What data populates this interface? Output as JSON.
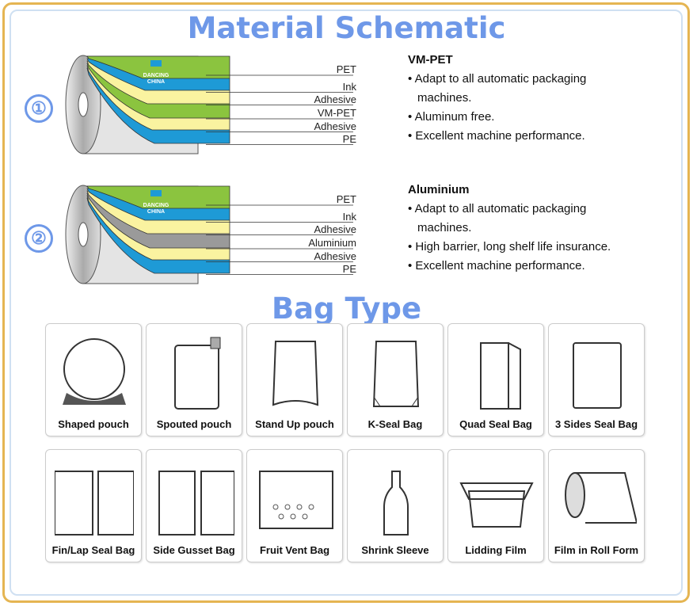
{
  "title": "Material Schematic",
  "bag_title": "Bag Type",
  "structures": [
    {
      "number": "①",
      "layers": [
        "PET",
        "Ink",
        "Adhesive",
        "VM-PET",
        "Adhesive",
        "PE"
      ],
      "colors": [
        "#8bc43f",
        "#1e9ad6",
        "#faf3a0",
        "#8bc43f",
        "#faf3a0",
        "#1e9ad6"
      ],
      "heading": "VM-PET",
      "bullets": [
        "• Adapt to all automatic packaging machines.",
        "• Aluminum free.",
        "• Excellent machine performance."
      ]
    },
    {
      "number": "②",
      "layers": [
        "PET",
        "Ink",
        "Adhesive",
        "Aluminium",
        "Adhesive",
        "PE"
      ],
      "colors": [
        "#8bc43f",
        "#1e9ad6",
        "#faf3a0",
        "#9a9a9a",
        "#faf3a0",
        "#1e9ad6"
      ],
      "heading": "Aluminium",
      "bullets": [
        "• Adapt to all automatic packaging machines.",
        "• High barrier, long shelf life insurance.",
        "• Excellent machine performance."
      ]
    }
  ],
  "logo_text": "DANCING CHINA",
  "bags": [
    {
      "label": "Shaped pouch",
      "icon": "shaped-pouch"
    },
    {
      "label": "Spouted pouch",
      "icon": "spouted-pouch"
    },
    {
      "label": "Stand Up pouch",
      "icon": "stand-up-pouch"
    },
    {
      "label": "K-Seal Bag",
      "icon": "k-seal-bag"
    },
    {
      "label": "Quad Seal Bag",
      "icon": "quad-seal-bag"
    },
    {
      "label": "3 Sides Seal Bag",
      "icon": "three-side-seal-bag"
    },
    {
      "label": "Fin/Lap Seal Bag",
      "icon": "fin-lap-seal-bag"
    },
    {
      "label": "Side Gusset Bag",
      "icon": "side-gusset-bag"
    },
    {
      "label": "Fruit Vent Bag",
      "icon": "fruit-vent-bag"
    },
    {
      "label": "Shrink Sleeve",
      "icon": "shrink-sleeve"
    },
    {
      "label": "Lidding Film",
      "icon": "lidding-film"
    },
    {
      "label": "Film in Roll Form",
      "icon": "film-roll"
    }
  ]
}
